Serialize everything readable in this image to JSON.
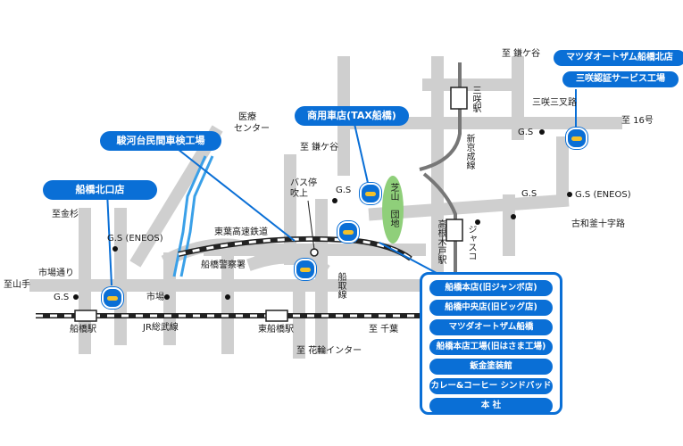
{
  "callouts": {
    "kita_store": "船橋北口店",
    "suruga": "駿河台民間車検工場",
    "shoyo": "商用車店(TAX船橋)",
    "mazda_north": "マツダオートザム船橋北店",
    "sanzaki_cert": "三咲認証サービス工場"
  },
  "places": {
    "to_kamagaya_top": "至 鎌ケ谷",
    "to_kamagaya_mid": "至 鎌ケ谷",
    "to_16": "至 16号",
    "sanzaki_junction": "三咲三叉路",
    "medical_center_1": "医療",
    "medical_center_2": "センター",
    "to_kanesugi": "至金杉",
    "to_yamate": "至山手",
    "to_chiba": "至 千葉",
    "to_hanawa": "至 花輪インター",
    "ichiba_dori": "市場通り",
    "ichiba": "市場",
    "bus_stop_1": "バス停",
    "bus_stop_2": "吹上",
    "toyo_railway": "東葉高速鉄道",
    "police": "船橋警察署",
    "jr_sobu": "JR総武線",
    "funabashi_sta": "船橋駅",
    "higashi_funabashi_sta": "東船橋駅",
    "kogane_junction": "古和釜十字路",
    "gs_eneos_left": "G.S (ENEOS)",
    "gs_eneos_right": "G.S (ENEOS)",
    "gs_1": "G.S",
    "gs_2": "G.S",
    "gs_3": "G.S",
    "gs_4": "G.S",
    "shibayama_1": "芝山",
    "shibayama_2": "団地",
    "sanzaki_sta": "三咲駅",
    "shinkeisei": "新京成線",
    "takanekido_sta": "高根木戸駅",
    "jusco": "ジャスコ",
    "funabashi_line": "船取線"
  },
  "legend": [
    "船橋本店(旧ジャンボ店)",
    "船橋中央店(旧ビッグ店)",
    "マツダオートザム船橋",
    "船橋本店工場(旧はさま工場)",
    "鈑金塗装館",
    "カレー&コーヒー シンドバッド",
    "本 社"
  ],
  "colors": {
    "brand_blue": "#0a6fd6",
    "road": "#cfcfcf",
    "river": "#3aa0e8",
    "park": "#8fcf7a"
  }
}
